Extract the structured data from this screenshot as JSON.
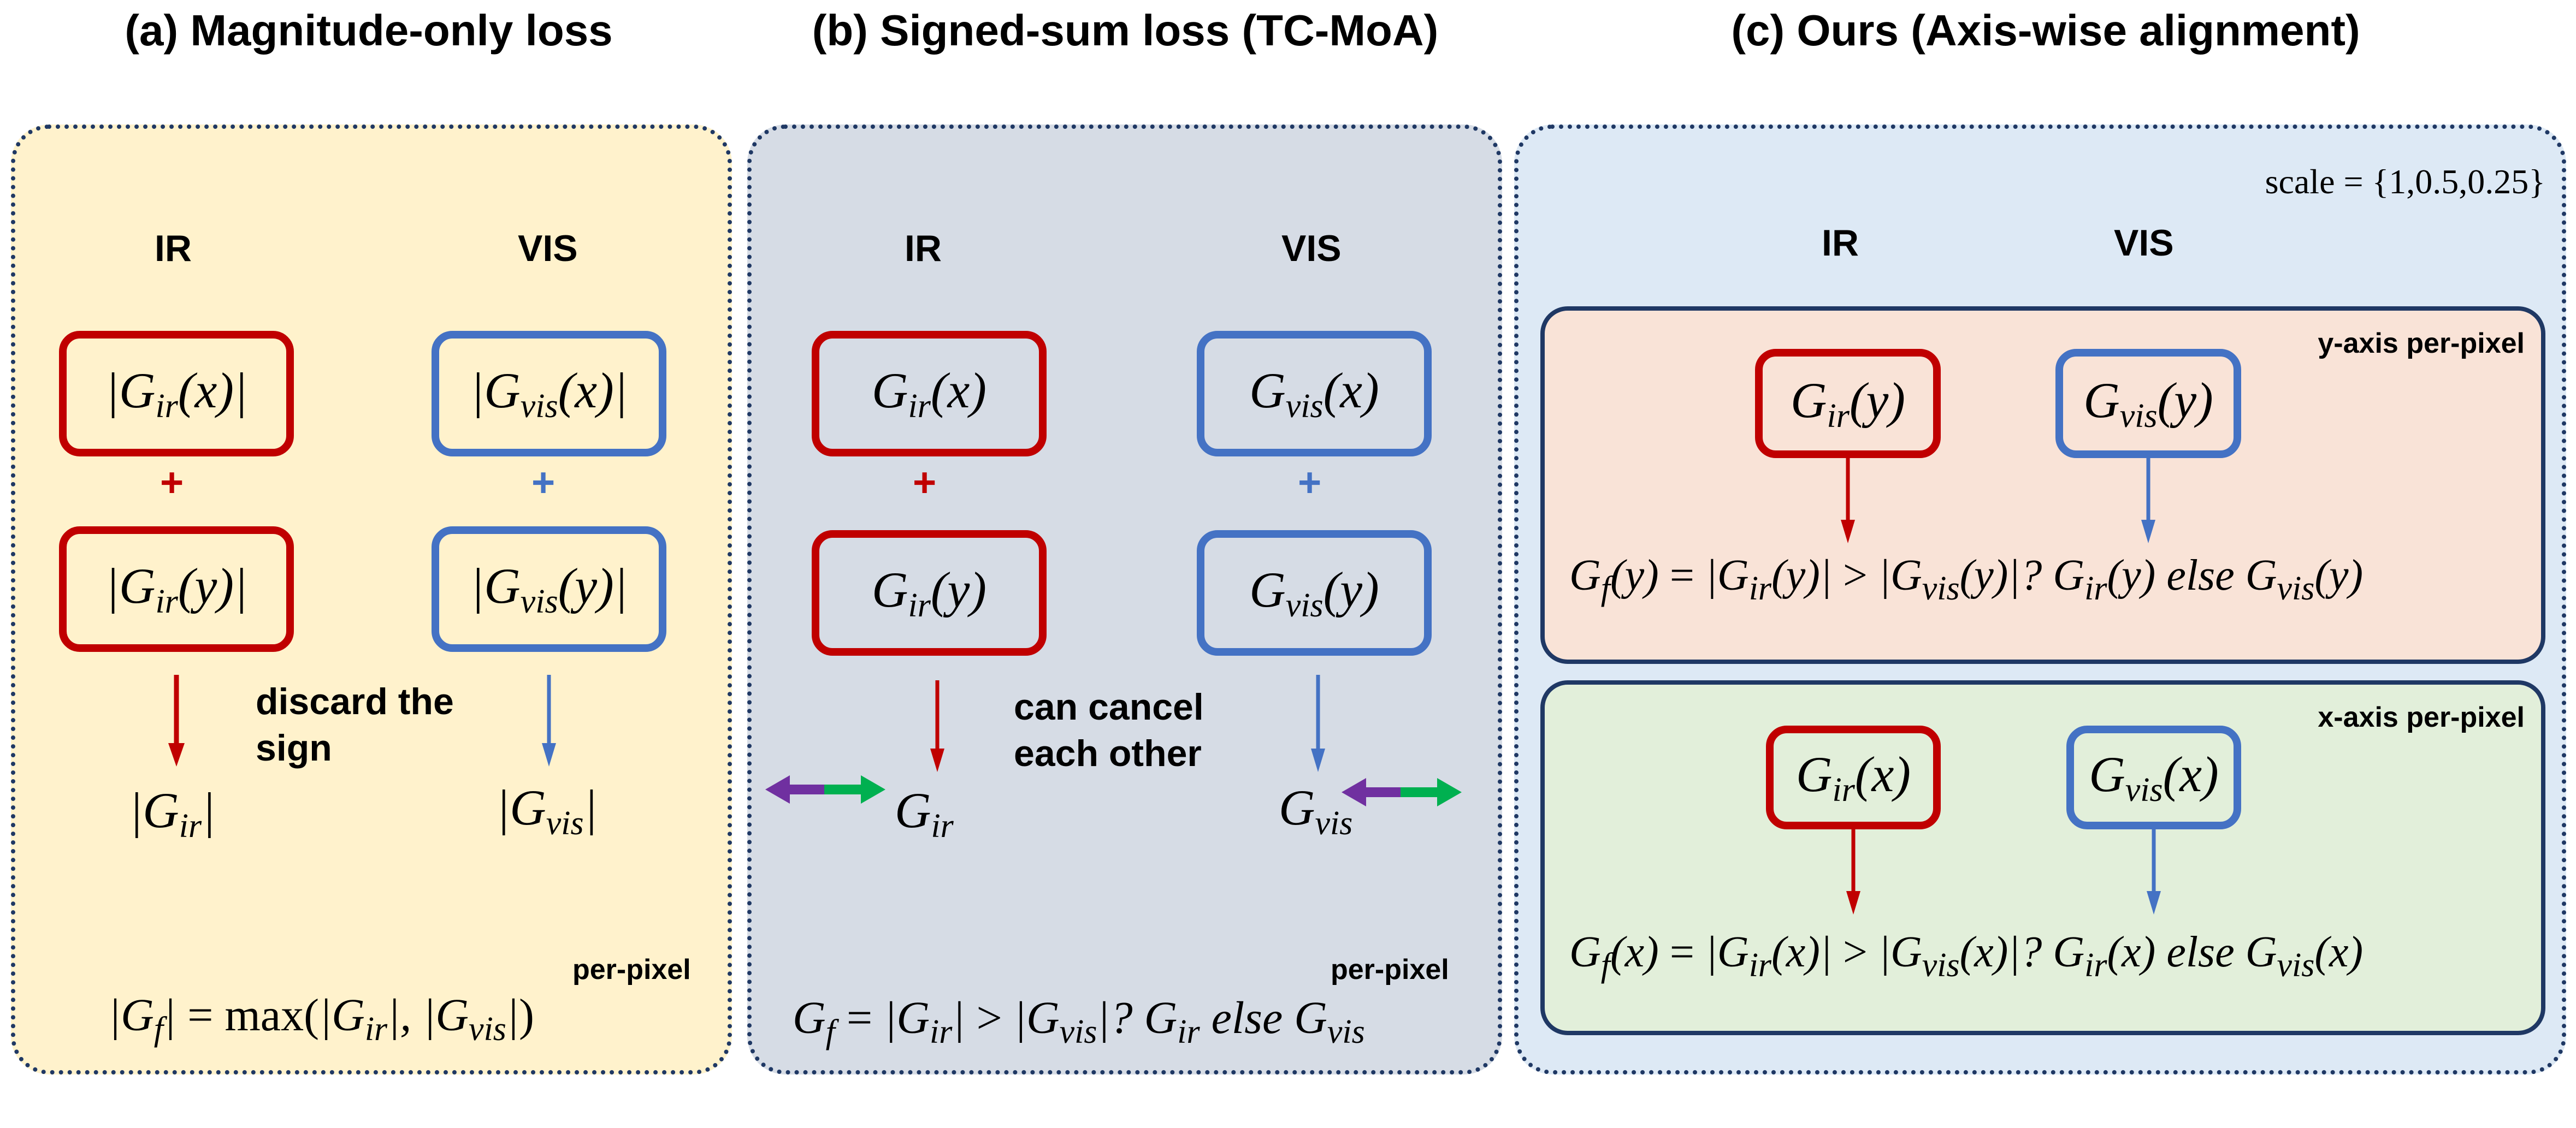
{
  "titles": {
    "a": "(a) Magnitude-only loss",
    "b": "(b) Signed-sum loss (TC-MoA)",
    "c": "(c) Ours (Axis-wise alignment)"
  },
  "colors": {
    "panel_a_bg": "#fff2cc",
    "panel_b_bg": "#d6dce5",
    "panel_c_bg": "#dde9f5",
    "sub_y_bg": "#f9e3d7",
    "sub_x_bg": "#e2efda",
    "ir": "#c00000",
    "vis": "#4472c4",
    "border": "#1f3864",
    "arrow_purple": "#7030a0",
    "arrow_green": "#00b050"
  },
  "panel_a": {
    "ir_label": "IR",
    "vis_label": "VIS",
    "ir_box1": "|G_ir(x)|",
    "ir_box2": "|G_ir(y)|",
    "vis_box1": "|G_vis(x)|",
    "vis_box2": "|G_vis(y)|",
    "plus": "+",
    "note_line1": "discard the",
    "note_line2": "sign",
    "ir_out": "|G_ir|",
    "vis_out": "|G_vis|",
    "scope": "per-pixel",
    "formula": "|G_f| = max(|G_ir|, |G_vis|)"
  },
  "panel_b": {
    "ir_label": "IR",
    "vis_label": "VIS",
    "ir_box1": "G_ir(x)",
    "ir_box2": "G_ir(y)",
    "vis_box1": "G_vis(x)",
    "vis_box2": "G_vis(y)",
    "plus": "+",
    "note_line1": "can cancel",
    "note_line2": "each other",
    "ir_out": "G_ir",
    "vis_out": "G_vis",
    "scope": "per-pixel",
    "formula": "G_f = |G_ir| > |G_vis|? G_ir else G_vis"
  },
  "panel_c": {
    "scale": "scale = {1,0.5,0.25}",
    "ir_label": "IR",
    "vis_label": "VIS",
    "y_block": {
      "scope": "y-axis per-pixel",
      "ir_box": "G_ir(y)",
      "vis_box": "G_vis(y)",
      "formula": "G_f(y) = |G_ir(y)| > |G_vis(y)|? G_ir(y) else G_vis(y)"
    },
    "x_block": {
      "scope": "x-axis per-pixel",
      "ir_box": "G_ir(x)",
      "vis_box": "G_vis(x)",
      "formula": "G_f(x) = |G_ir(x)| > |G_vis(x)|? G_ir(x) else G_vis(x)"
    }
  }
}
